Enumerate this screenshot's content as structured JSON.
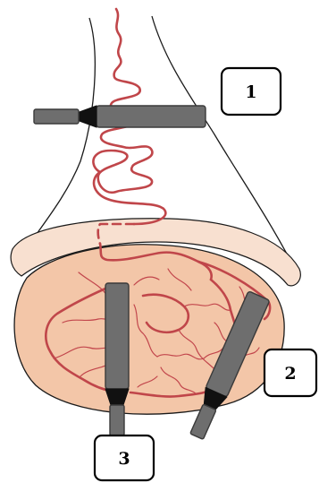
{
  "labels": {
    "probe1": "1",
    "probe2": "2",
    "probe3": "3"
  },
  "colors": {
    "vessel": "#c0464a",
    "tissue": "#f3c6a8",
    "tissue_cap": "#f8e0d0",
    "probe": "#6e6e6e",
    "probe_tip": "#111111"
  }
}
